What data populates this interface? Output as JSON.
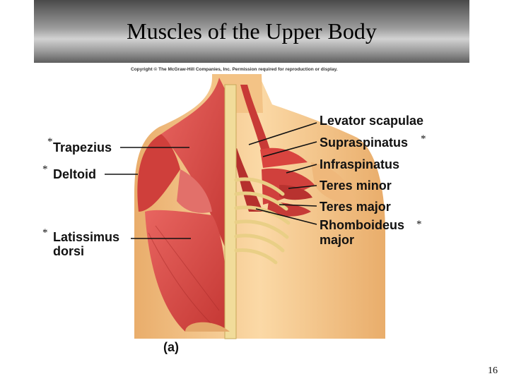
{
  "slide": {
    "title": "Muscles of the Upper Body",
    "copyright": "Copyright © The McGraw-Hill Companies, Inc. Permission required for reproduction or display.",
    "page_number": "16"
  },
  "figure": {
    "panel_label": "(a)",
    "left_labels": [
      {
        "text": "Trapezius",
        "marked": "*"
      },
      {
        "text": "Deltoid",
        "marked": "*"
      },
      {
        "text": "Latissimus",
        "marked": "*"
      },
      {
        "text": "dorsi",
        "marked": ""
      }
    ],
    "right_labels": [
      {
        "text": "Levator scapulae",
        "marked": ""
      },
      {
        "text": "Supraspinatus",
        "marked": "*"
      },
      {
        "text": "Infraspinatus",
        "marked": ""
      },
      {
        "text": "Teres minor",
        "marked": ""
      },
      {
        "text": "Teres major",
        "marked": ""
      },
      {
        "text": "Rhomboideus",
        "marked": "*"
      },
      {
        "text": "major",
        "marked": ""
      }
    ]
  },
  "colors": {
    "muscle": "#d9443f",
    "muscle_dark": "#a82a28",
    "skin": "#f6c889",
    "bone": "#f1dc9a"
  }
}
